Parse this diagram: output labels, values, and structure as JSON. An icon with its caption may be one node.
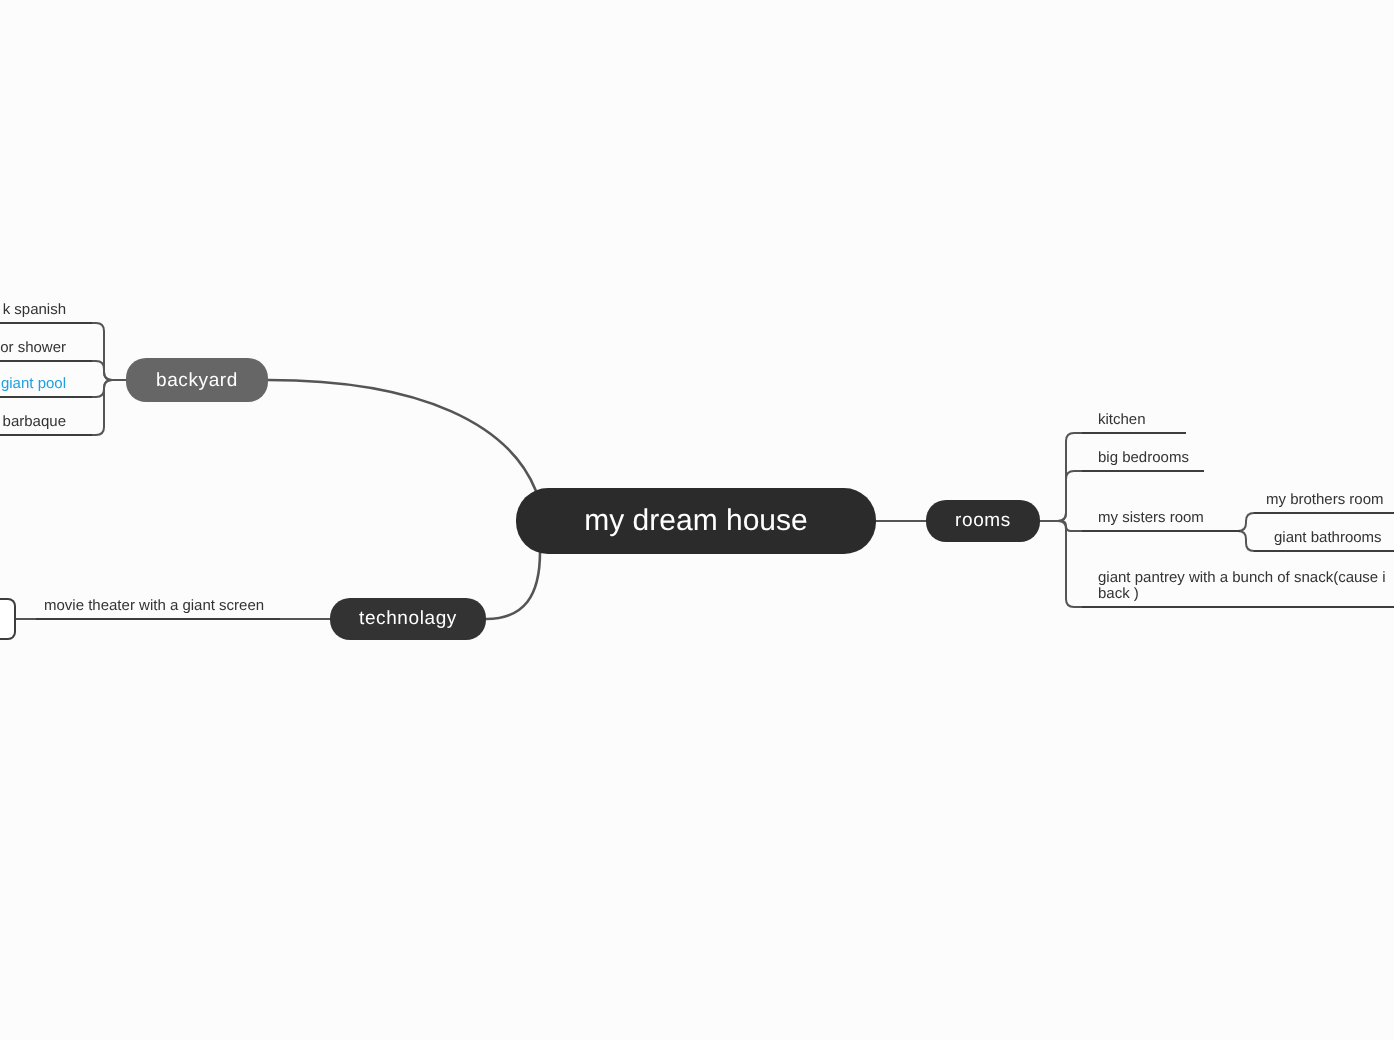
{
  "diagram": {
    "nodes": [
      {
        "text": [
          "my dream house"
        ]
      },
      {
        "text": [
          "backyard"
        ]
      },
      {
        "text": [
          "k spanish"
        ]
      },
      {
        "text": [
          "or shower"
        ]
      },
      {
        "text": [
          "giant pool"
        ]
      },
      {
        "text": [
          "barbaque"
        ]
      },
      {
        "text": [
          "technolagy"
        ]
      },
      {
        "text": [
          "movie theater with a giant screen"
        ]
      },
      {
        "text": [],
        "shape": "box"
      },
      {
        "text": [
          "rooms"
        ]
      },
      {
        "text": [
          "kitchen"
        ]
      },
      {
        "text": [
          "big bedrooms"
        ]
      },
      {
        "text": [
          "my sisters room"
        ]
      },
      {
        "text": [
          "my brothers room"
        ]
      },
      {
        "text": [
          "giant bathrooms"
        ]
      },
      {
        "text": [
          "giant pantrey with a bunch of snack(cause i back )"
        ]
      }
    ],
    "edges": [
      {
        "from": 0,
        "to": 1,
        "arrow": "none"
      },
      {
        "from": 1,
        "to": 2,
        "arrow": "none"
      },
      {
        "from": 1,
        "to": 3,
        "arrow": "none"
      },
      {
        "from": 1,
        "to": 4,
        "arrow": "none"
      },
      {
        "from": 1,
        "to": 5,
        "arrow": "none"
      },
      {
        "from": 0,
        "to": 6,
        "arrow": "none"
      },
      {
        "from": 6,
        "to": 7,
        "arrow": "none"
      },
      {
        "from": 7,
        "to": 8,
        "arrow": "none"
      },
      {
        "from": 0,
        "to": 9,
        "arrow": "none"
      },
      {
        "from": 9,
        "to": 10,
        "arrow": "none"
      },
      {
        "from": 9,
        "to": 11,
        "arrow": "none"
      },
      {
        "from": 9,
        "to": 12,
        "arrow": "none"
      },
      {
        "from": 12,
        "to": 13,
        "arrow": "none"
      },
      {
        "from": 12,
        "to": 14,
        "arrow": "none"
      },
      {
        "from": 9,
        "to": 15,
        "arrow": "none"
      }
    ]
  }
}
